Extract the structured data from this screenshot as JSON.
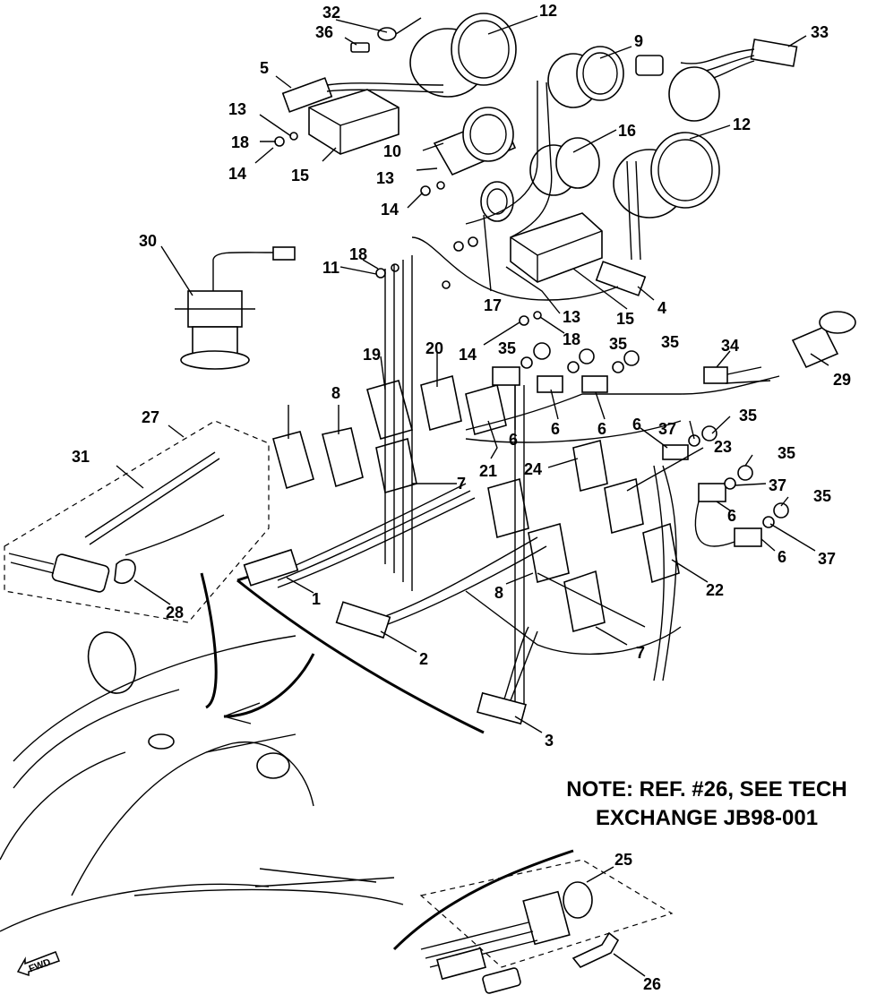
{
  "note": {
    "line1": "NOTE: REF. #26, SEE TECH",
    "line2": "EXCHANGE JB98-001"
  },
  "fwd_label": "FWD",
  "callouts": [
    {
      "id": "c32",
      "text": "32"
    },
    {
      "id": "c12a",
      "text": "12"
    },
    {
      "id": "c36",
      "text": "36"
    },
    {
      "id": "c9",
      "text": "9"
    },
    {
      "id": "c33",
      "text": "33"
    },
    {
      "id": "c5",
      "text": "5"
    },
    {
      "id": "c13a",
      "text": "13"
    },
    {
      "id": "c18a",
      "text": "18"
    },
    {
      "id": "c14a",
      "text": "14"
    },
    {
      "id": "c15a",
      "text": "15"
    },
    {
      "id": "c10",
      "text": "10"
    },
    {
      "id": "c13b",
      "text": "13"
    },
    {
      "id": "c16",
      "text": "16"
    },
    {
      "id": "c12b",
      "text": "12"
    },
    {
      "id": "c14b",
      "text": "14"
    },
    {
      "id": "c30",
      "text": "30"
    },
    {
      "id": "c18b",
      "text": "18"
    },
    {
      "id": "c11",
      "text": "11"
    },
    {
      "id": "c17",
      "text": "17"
    },
    {
      "id": "c13c",
      "text": "13"
    },
    {
      "id": "c15b",
      "text": "15"
    },
    {
      "id": "c4",
      "text": "4"
    },
    {
      "id": "c14c",
      "text": "14"
    },
    {
      "id": "c18c",
      "text": "18"
    },
    {
      "id": "c19",
      "text": "19"
    },
    {
      "id": "c20",
      "text": "20"
    },
    {
      "id": "c35a",
      "text": "35"
    },
    {
      "id": "c35b",
      "text": "35"
    },
    {
      "id": "c35c",
      "text": "35"
    },
    {
      "id": "c34",
      "text": "34"
    },
    {
      "id": "c29",
      "text": "29"
    },
    {
      "id": "c8a",
      "text": "8"
    },
    {
      "id": "c27",
      "text": "27"
    },
    {
      "id": "c6a",
      "text": "6"
    },
    {
      "id": "c6b",
      "text": "6"
    },
    {
      "id": "c6c",
      "text": "6"
    },
    {
      "id": "c6d",
      "text": "6"
    },
    {
      "id": "c37a",
      "text": "37"
    },
    {
      "id": "c35d",
      "text": "35"
    },
    {
      "id": "c23",
      "text": "23"
    },
    {
      "id": "c31",
      "text": "31"
    },
    {
      "id": "c21",
      "text": "21"
    },
    {
      "id": "c24",
      "text": "24"
    },
    {
      "id": "c35e",
      "text": "35"
    },
    {
      "id": "c7a",
      "text": "7"
    },
    {
      "id": "c37b",
      "text": "37"
    },
    {
      "id": "c35f",
      "text": "35"
    },
    {
      "id": "c6e",
      "text": "6"
    },
    {
      "id": "c6f",
      "text": "6"
    },
    {
      "id": "c37c",
      "text": "37"
    },
    {
      "id": "c1",
      "text": "1"
    },
    {
      "id": "c8b",
      "text": "8"
    },
    {
      "id": "c22",
      "text": "22"
    },
    {
      "id": "c28",
      "text": "28"
    },
    {
      "id": "c2",
      "text": "2"
    },
    {
      "id": "c7b",
      "text": "7"
    },
    {
      "id": "c3",
      "text": "3"
    },
    {
      "id": "c25",
      "text": "25"
    },
    {
      "id": "c26",
      "text": "26"
    }
  ]
}
